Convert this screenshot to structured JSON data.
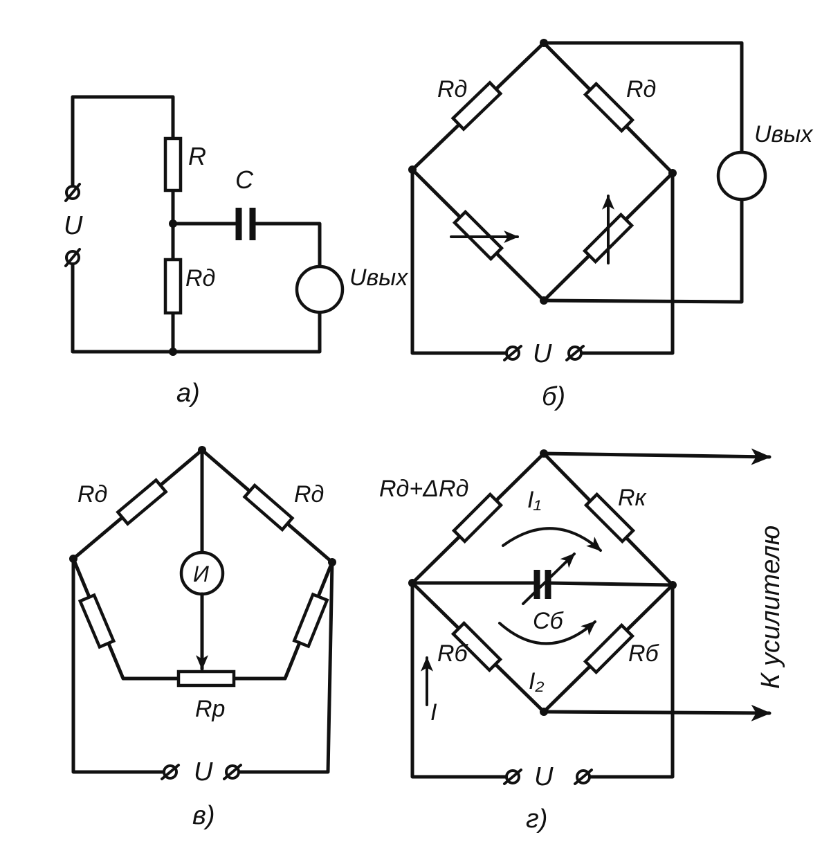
{
  "diagram": {
    "a": {
      "caption": "а)",
      "label_u": "U",
      "label_r": "R",
      "label_c": "C",
      "label_rd": "Rд",
      "label_uout": "Uвых"
    },
    "b": {
      "caption": "б)",
      "label_rd_left": "Rд",
      "label_rd_right": "Rд",
      "label_uout": "Uвых",
      "label_u": "U"
    },
    "v": {
      "caption": "в)",
      "label_rd_left": "Rд",
      "label_rd_right": "Rд",
      "label_meter": "И",
      "label_rp": "Rр",
      "label_u": "U"
    },
    "g": {
      "caption": "г)",
      "label_rd_delta": "Rд+ΔRд",
      "label_i1": "I₁",
      "label_rk": "Rк",
      "label_cb": "Cб",
      "label_rb_left": "Rб",
      "label_rb_right": "Rб",
      "label_i2": "I₂",
      "label_i": "I",
      "label_u": "U",
      "label_amp": "К усилителю"
    }
  }
}
